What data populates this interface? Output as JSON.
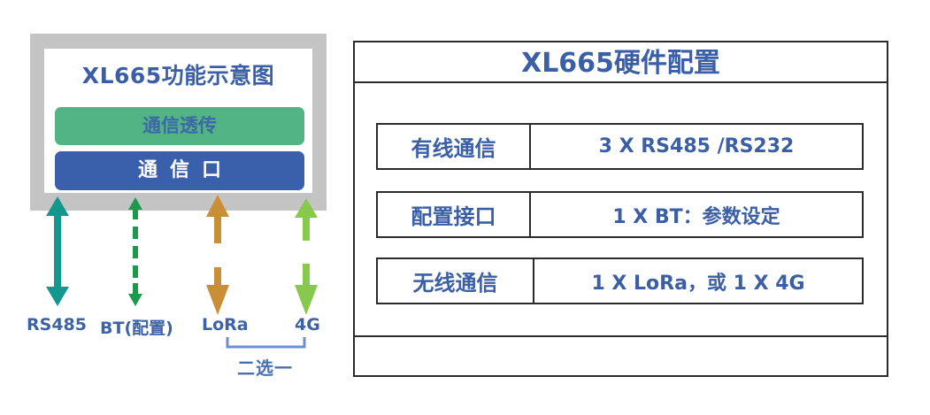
{
  "left_diagram": {
    "title": "XL665功能示意图",
    "layers": [
      {
        "label": "通信透传",
        "color": "#52b384"
      },
      {
        "label": "通信口",
        "color": "#3a5fab"
      }
    ],
    "interfaces": [
      {
        "label": "RS485",
        "arrow": "bidirectional-solid",
        "color": "#14978e"
      },
      {
        "label": "BT(配置)",
        "arrow": "bidirectional-dashed",
        "color": "#1a9a4a"
      },
      {
        "label": "LoRa",
        "arrow": "bidirectional-split",
        "color": "#c98f36"
      },
      {
        "label": "4G",
        "arrow": "bidirectional-split",
        "color": "#86c94d"
      }
    ],
    "choice_label": "二选一"
  },
  "right_table": {
    "title": "XL665硬件配置",
    "rows": [
      {
        "key": "有线通信",
        "value": "3 X RS485 /RS232"
      },
      {
        "key": "配置接口",
        "value": "1 X BT：参数设定"
      },
      {
        "key": "无线通信",
        "value": "1 X LoRa，或 1 X 4G"
      }
    ]
  },
  "colors": {
    "text_blue": "#3a5fa6",
    "frame_gray": "#c4c4c4",
    "bracket_blue": "#6b8fd0"
  }
}
